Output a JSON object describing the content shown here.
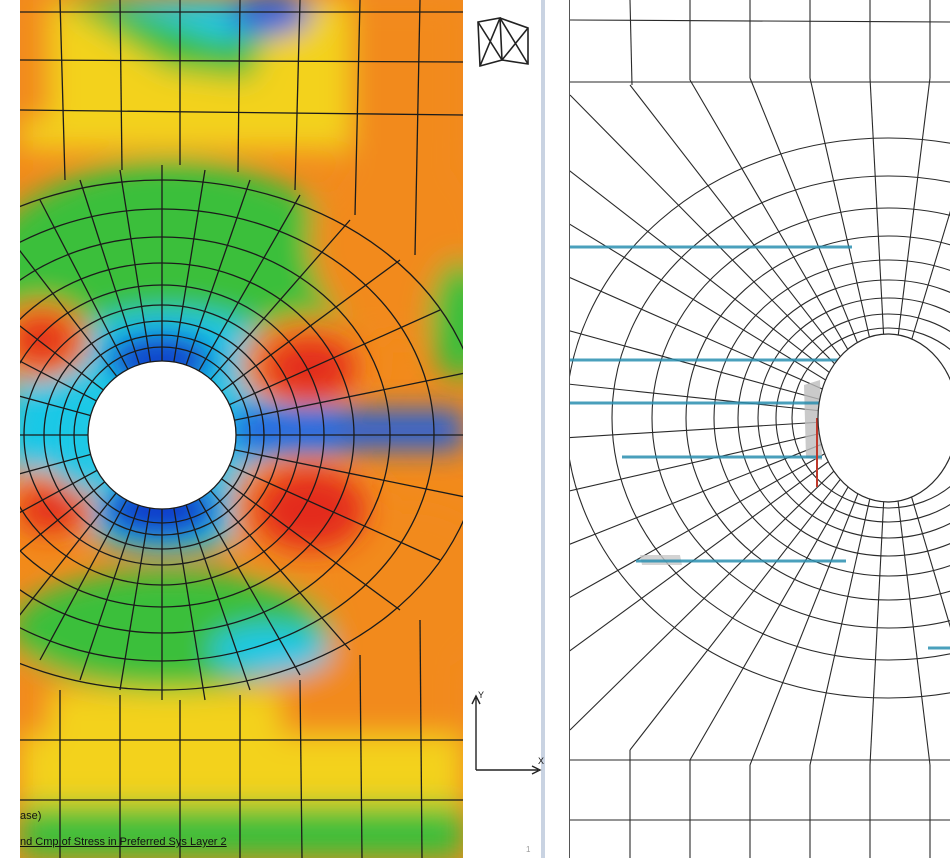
{
  "left_panel": {
    "case_label": "ase)",
    "result_label": "nd Cmp of Stress in Preferred Sys Layer 2"
  },
  "axis_triad": {
    "y_label": "Y",
    "x_label": "X"
  },
  "scroll_marker": "1",
  "colors": {
    "contour_red": "#e3251b",
    "contour_orange": "#f28a1c",
    "contour_yellow": "#f3d21a",
    "contour_green": "#3bbf3a",
    "contour_cyan": "#1fc8e6",
    "contour_blue": "#1a5ee0",
    "contour_deep_blue": "#1033c8",
    "highlight_line": "#2a8fb0",
    "crack_line": "#c0392b"
  }
}
